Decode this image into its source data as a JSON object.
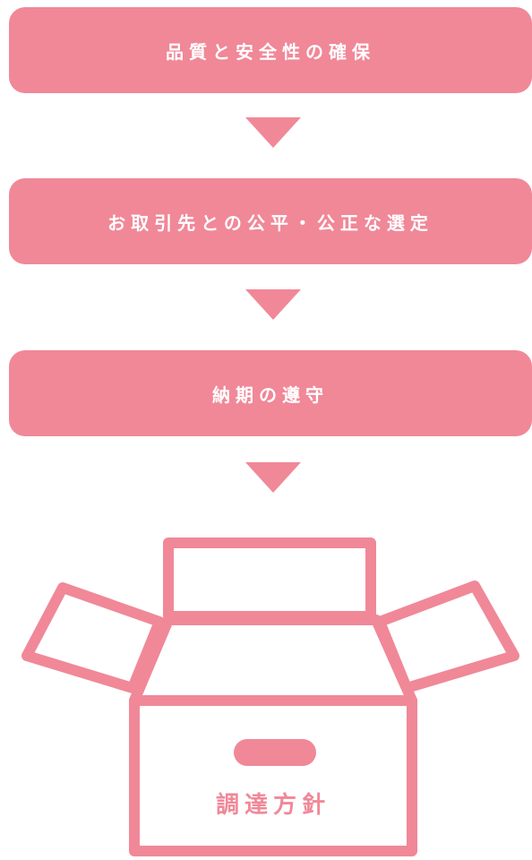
{
  "steps": [
    {
      "label": "品質と安全性の確保"
    },
    {
      "label": "お取引先との公平・公正な選定"
    },
    {
      "label": "納期の遵守"
    }
  ],
  "box": {
    "label": "調達方針"
  },
  "colors": {
    "accent": "#f08898",
    "background": "#ffffff",
    "text_on_accent": "#ffffff"
  },
  "icons": {
    "arrow": "triangle-down-icon",
    "box": "open-box-icon"
  }
}
